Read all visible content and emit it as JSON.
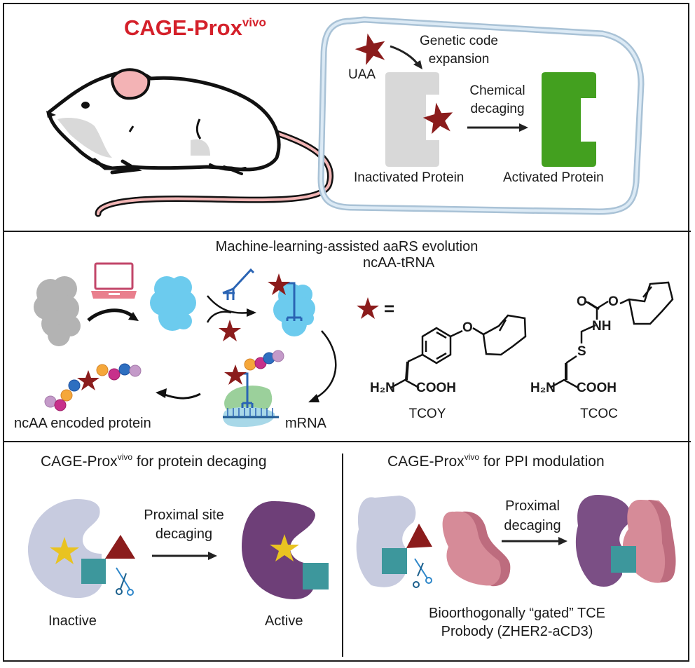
{
  "colors": {
    "title_red": "#d4202a",
    "star_red": "#8b1c1c",
    "protein_gray": "#d8d8d8",
    "protein_green": "#43a01f",
    "cell_membrane": "#a9c2d6",
    "cell_membrane_inner": "#dceaf5",
    "cloud_gray": "#b3b3b3",
    "cloud_blue": "#6ccbee",
    "laptop_pink": "#e97f8d",
    "trna_blue": "#2a64b4",
    "ribosome_green": "#9bd09b",
    "ribosome_blue": "#a8d8e8",
    "bead_orange": "#f5a73a",
    "bead_magenta": "#c7318b",
    "bead_blue": "#2e6fc0",
    "bead_lilac": "#c49ac9",
    "inactive_protein": "#c7cbdf",
    "active_protein": "#6e3f78",
    "gold_star": "#e9c320",
    "teal_square": "#3d979c",
    "pink_protein": "#d68b98",
    "pink_protein_dark": "#bd6c7e",
    "scissors_blue": "#2d86c9"
  },
  "panel_top": {
    "title": "CAGE-Prox",
    "title_sup": "vivo",
    "mouse_icon": "mouse-illustration",
    "cell": {
      "uaa_label": "UAA",
      "gce_line1": "Genetic code",
      "gce_line2": "expansion",
      "chem_line1": "Chemical",
      "chem_line2": "decaging",
      "inactivated_label": "Inactivated Protein",
      "activated_label": "Activated Protein"
    }
  },
  "panel_middle": {
    "title": "Machine-learning-assisted aaRS evolution",
    "trna_label": "ncAA-tRNA",
    "mrna_label": "mRNA",
    "protein_label": "ncAA encoded protein",
    "equals": "=",
    "molecules": [
      {
        "name": "TCOY",
        "amine": "H₂N",
        "acid": "COOH",
        "ether_o": "O"
      },
      {
        "name": "TCOC",
        "amine": "H₂N",
        "acid": "COOH",
        "carbonyl_o": "O",
        "ester_o": "O",
        "nh": "NH",
        "sulfur": "S"
      }
    ]
  },
  "panel_bottom_left": {
    "title_prefix": "CAGE-Prox",
    "title_sup": "vivo",
    "title_suffix": " for protein decaging",
    "arrow_line1": "Proximal site",
    "arrow_line2": "decaging",
    "inactive_label": "Inactive",
    "active_label": "Active"
  },
  "panel_bottom_right": {
    "title_prefix": "CAGE-Prox",
    "title_sup": "vivo",
    "title_suffix": " for PPI modulation",
    "arrow_line1": "Proximal",
    "arrow_line2": "decaging",
    "caption_line1": "Bioorthogonally “gated” TCE",
    "caption_line2": "Probody (ZHER2-aCD3)"
  }
}
